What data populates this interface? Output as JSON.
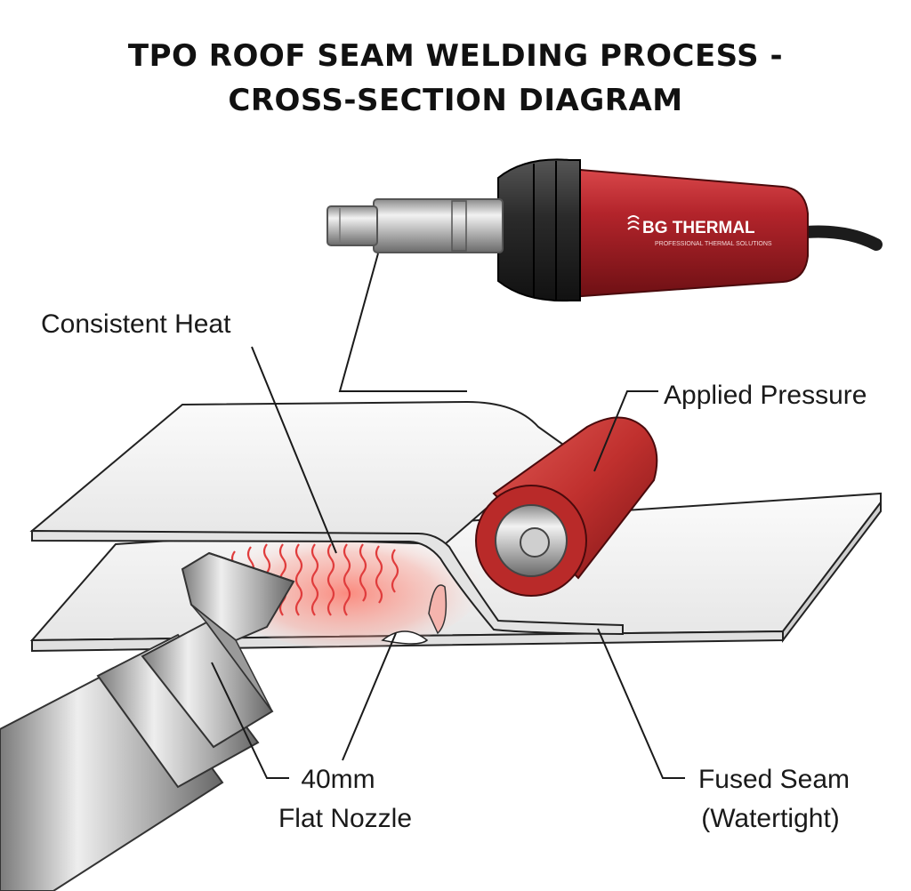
{
  "title": {
    "line1": "TPO ROOF SEAM WELDING PROCESS -",
    "line2": "CROSS-SECTION DIAGRAM"
  },
  "tool": {
    "brand": "BG THERMAL",
    "tagline": "PROFESSIONAL THERMAL SOLUTIONS",
    "body_color": "#b3242b",
    "roller_color": "#c0302e"
  },
  "labels": {
    "consistent_heat": "Consistent Heat",
    "applied_pressure": "Applied Pressure",
    "nozzle_line1": "40mm",
    "nozzle_line2": "Flat Nozzle",
    "seam_line1": "Fused Seam",
    "seam_line2": "(Watertight)"
  }
}
